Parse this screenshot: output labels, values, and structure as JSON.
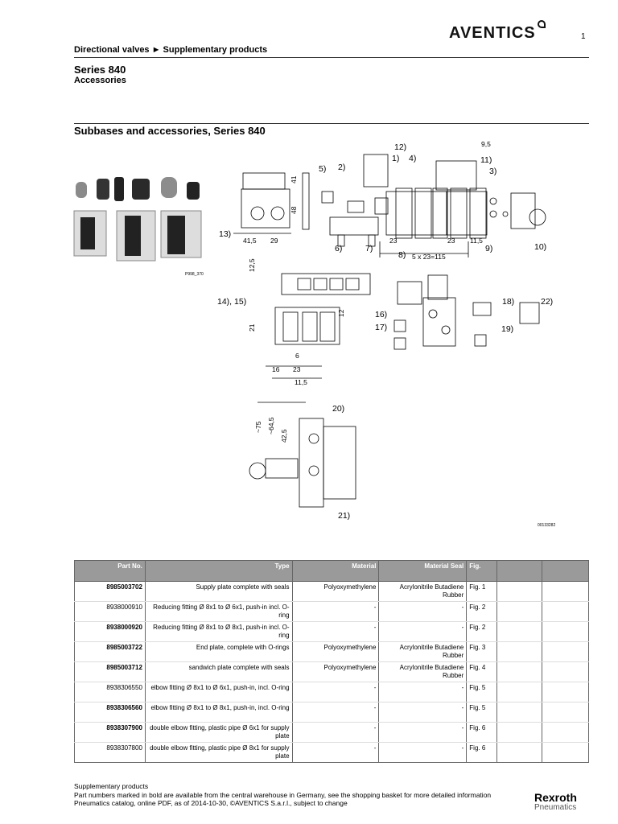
{
  "header": {
    "logo": "AVENTICS",
    "page_number": "1",
    "breadcrumb": "Directional valves ► Supplementary products"
  },
  "series": {
    "title": "Series 840",
    "subtitle": "Accessories"
  },
  "section_title": "Subbases and accessories, Series 840",
  "drawing": {
    "photo_code": "P998_370",
    "drawing_code": "00133282",
    "labels": {
      "l1": "1)",
      "l2": "2)",
      "l3": "3)",
      "l4": "4)",
      "l5": "5)",
      "l6": "6)",
      "l7": "7)",
      "l8": "8)",
      "l9": "9)",
      "l10": "10)",
      "l11": "11)",
      "l12": "12)",
      "l13": "13)",
      "l1415": "14), 15)",
      "l16": "16)",
      "l17": "17)",
      "l18": "18)",
      "l19": "19)",
      "l20": "20)",
      "l21": "21)",
      "l22": "22)"
    },
    "dims": {
      "d95": "9,5",
      "d41": "41",
      "d48": "48",
      "d415": "41,5",
      "d29": "29",
      "d23a": "23",
      "d23b": "23",
      "d115r": "11,5",
      "d5x23": "5 x 23=115",
      "d125": "12,5",
      "d12": "12",
      "d21": "21",
      "d6": "6",
      "d16": "16",
      "d23c": "23",
      "d115b": "11,5",
      "d75": "~75",
      "d645": "~64,5",
      "d425": "42,5"
    }
  },
  "table": {
    "headers": {
      "part_no": "Part No.",
      "type": "Type",
      "material": "Material",
      "material_seal": "Material Seal",
      "fig": "Fig.",
      "extra1": "",
      "extra2": ""
    },
    "rows": [
      {
        "part_no": "8985003702",
        "bold": true,
        "type": "Supply plate complete with seals",
        "material": "Polyoxymethylene",
        "seal": "Acrylonitrile Butadiene Rubber",
        "fig": "Fig. 1"
      },
      {
        "part_no": "8938000910",
        "bold": false,
        "type": "Reducing fitting Ø 8x1 to Ø 6x1, push-in incl. O-ring",
        "material": "-",
        "seal": "-",
        "fig": "Fig. 2"
      },
      {
        "part_no": "8938000920",
        "bold": true,
        "type": "Reducing fitting Ø 8x1 to Ø 8x1, push-in incl. O-ring",
        "material": "-",
        "seal": "-",
        "fig": "Fig. 2"
      },
      {
        "part_no": "8985003722",
        "bold": true,
        "type": "End plate, complete with O-rings",
        "material": "Polyoxymethylene",
        "seal": "Acrylonitrile Butadiene Rubber",
        "fig": "Fig. 3"
      },
      {
        "part_no": "8985003712",
        "bold": true,
        "type": "sandwich plate complete with seals",
        "material": "Polyoxymethylene",
        "seal": "Acrylonitrile Butadiene Rubber",
        "fig": "Fig. 4"
      },
      {
        "part_no": "8938306550",
        "bold": false,
        "type": "elbow fitting Ø 8x1 to Ø 6x1, push-in, incl. O-ring",
        "material": "-",
        "seal": "-",
        "fig": "Fig. 5"
      },
      {
        "part_no": "8938306560",
        "bold": true,
        "type": "elbow fitting Ø 8x1 to Ø 8x1, push-in, incl. O-ring",
        "material": "-",
        "seal": "-",
        "fig": "Fig. 5"
      },
      {
        "part_no": "8938307900",
        "bold": true,
        "type": "double elbow fitting, plastic pipe Ø 6x1 for supply plate",
        "material": "-",
        "seal": "-",
        "fig": "Fig. 6"
      },
      {
        "part_no": "8938307800",
        "bold": false,
        "type": "double elbow fitting, plastic pipe Ø 8x1 for supply plate",
        "material": "-",
        "seal": "-",
        "fig": "Fig. 6"
      }
    ]
  },
  "footer": {
    "line1": "Supplementary products",
    "line2": "Part numbers marked in bold are available from the central warehouse in Germany, see the shopping basket for more detailed information",
    "line3": "Pneumatics catalog, online PDF, as of 2014-10-30, ©AVENTICS S.a.r.l., subject to change",
    "brand": "Rexroth",
    "brand_sub": "Pneumatics"
  }
}
